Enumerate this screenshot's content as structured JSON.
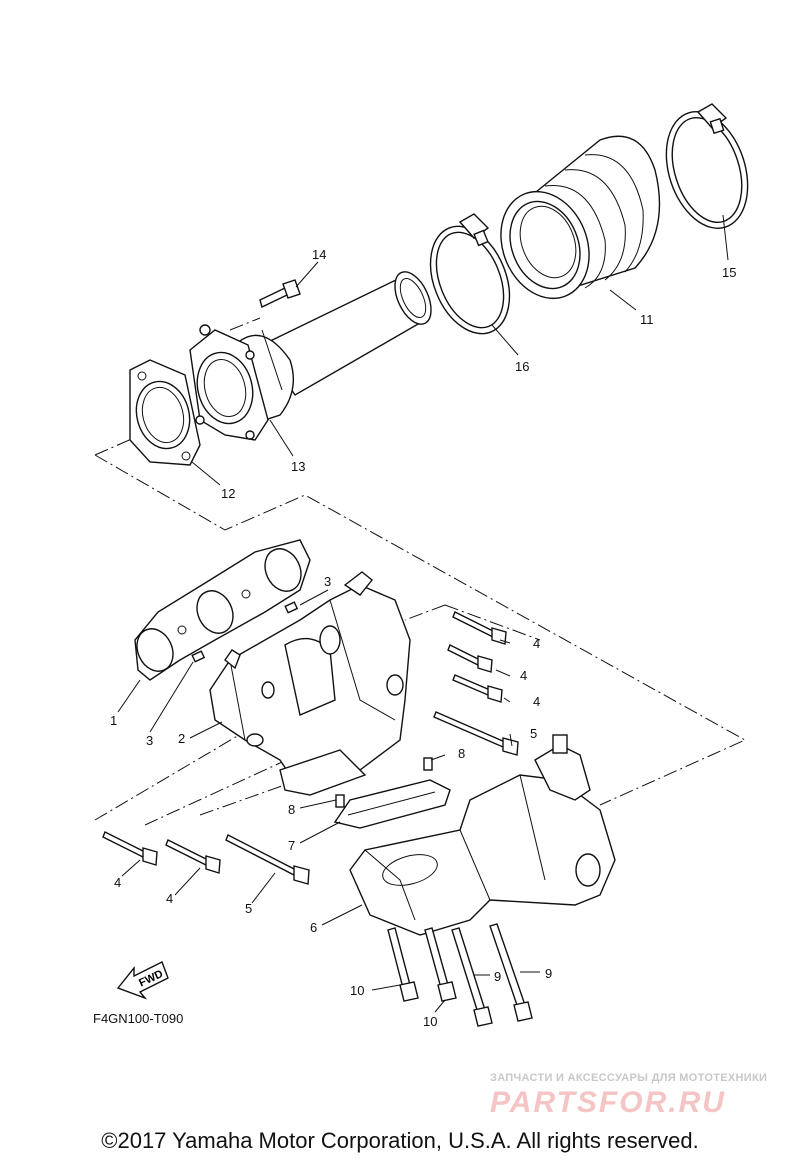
{
  "diagram": {
    "code": "F4GN100-T090",
    "fwd_label": "FWD",
    "callouts": {
      "c1": "1",
      "c2": "2",
      "c3a": "3",
      "c3b": "3",
      "c4a": "4",
      "c4b": "4",
      "c4c": "4",
      "c4d": "4",
      "c4e": "4",
      "c5a": "5",
      "c5b": "5",
      "c6": "6",
      "c7": "7",
      "c8a": "8",
      "c8b": "8",
      "c9a": "9",
      "c9b": "9",
      "c10a": "10",
      "c10b": "10",
      "c11": "11",
      "c12": "12",
      "c13": "13",
      "c14": "14",
      "c15": "15",
      "c16": "16"
    }
  },
  "watermark": {
    "tagline": "ЗАПЧАСТИ И АКСЕССУАРЫ ДЛЯ МОТОТЕХНИКИ",
    "brand": "PARTSFOR.RU"
  },
  "footer": {
    "copyright": "©2017 Yamaha Motor Corporation, U.S.A. All rights reserved."
  }
}
